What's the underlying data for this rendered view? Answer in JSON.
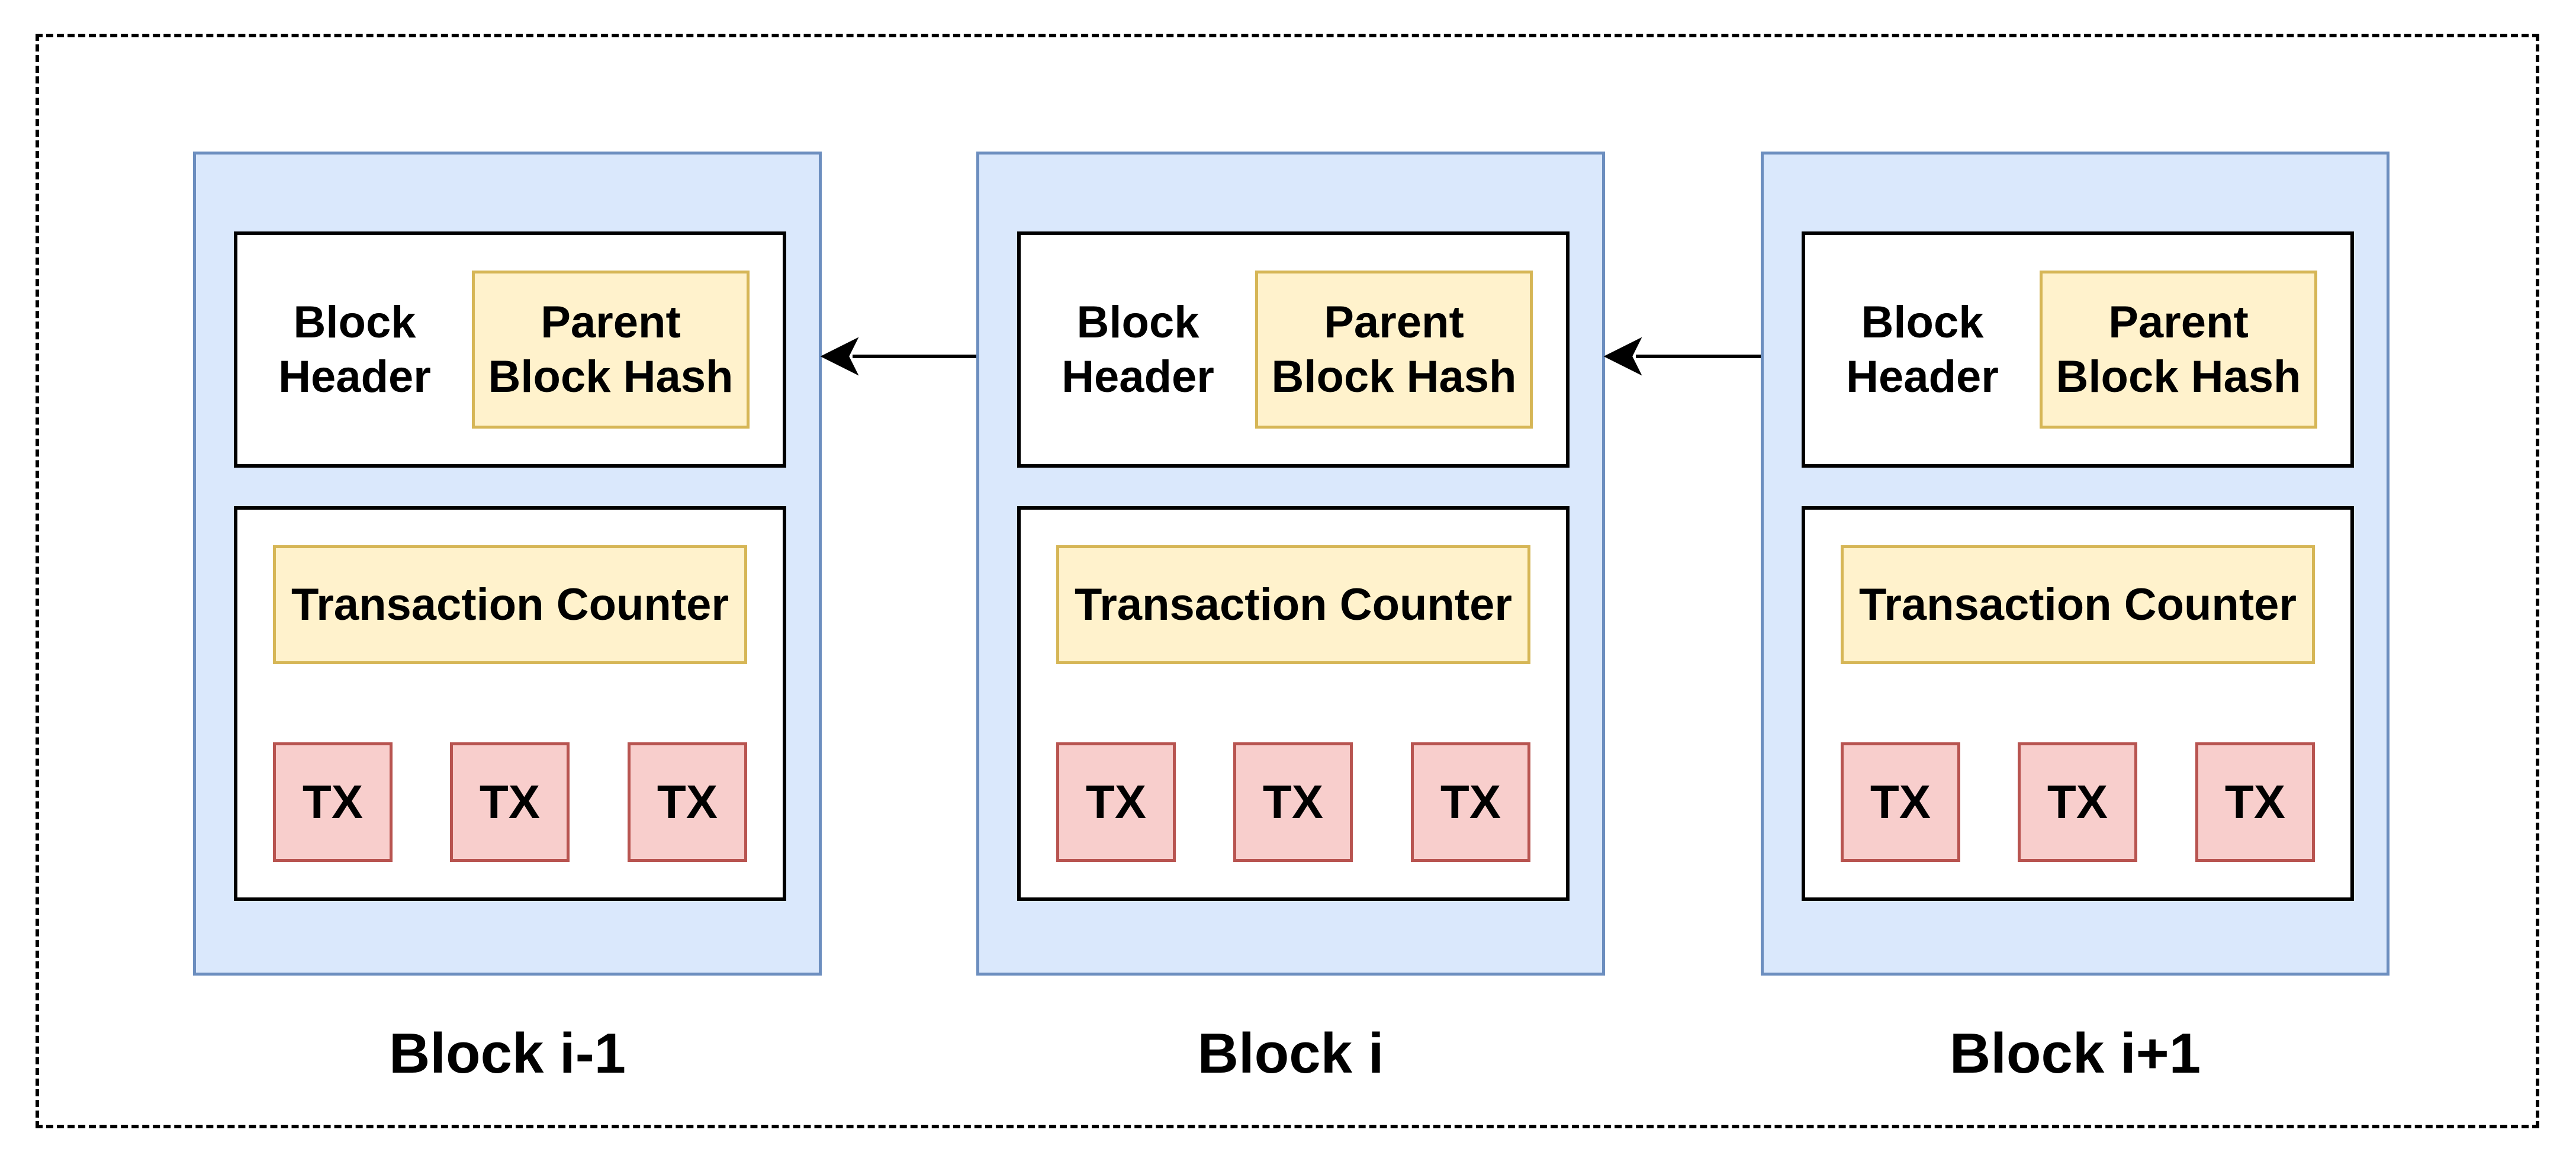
{
  "blocks": [
    {
      "header_label": "Block\nHeader",
      "parent_hash": "Parent\nBlock Hash",
      "tx_counter": "Transaction Counter",
      "transactions": [
        "TX",
        "TX",
        "TX"
      ],
      "label": "Block i-1"
    },
    {
      "header_label": "Block\nHeader",
      "parent_hash": "Parent\nBlock Hash",
      "tx_counter": "Transaction Counter",
      "transactions": [
        "TX",
        "TX",
        "TX"
      ],
      "label": "Block i"
    },
    {
      "header_label": "Block\nHeader",
      "parent_hash": "Parent\nBlock Hash",
      "tx_counter": "Transaction Counter",
      "transactions": [
        "TX",
        "TX",
        "TX"
      ],
      "label": "Block i+1"
    }
  ],
  "colors": {
    "block_fill": "#dae8fc",
    "block_border": "#6c8ebf",
    "field_fill": "#fff2cc",
    "field_border": "#d6b656",
    "tx_fill": "#f8cecc",
    "tx_border": "#b85450"
  }
}
